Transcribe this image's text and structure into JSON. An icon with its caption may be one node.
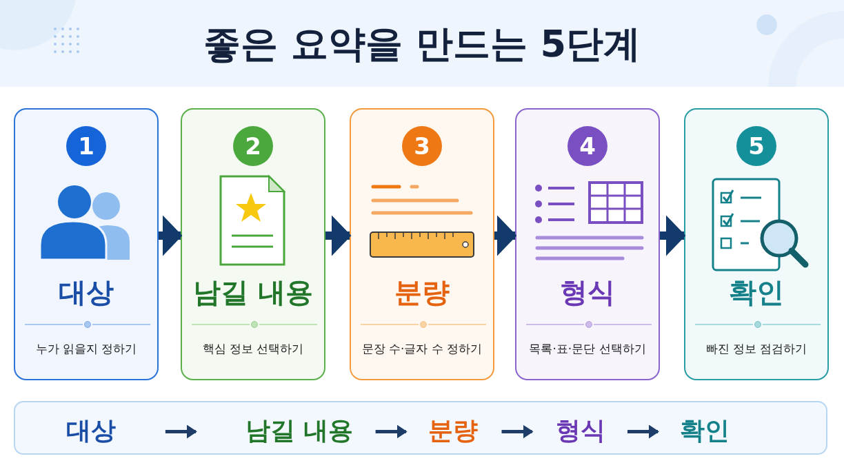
{
  "diagram": {
    "title": "좋은 요약을 만드는 5단계",
    "nodes": [
      {
        "text": [
          "1",
          "대상",
          "누가 읽을지 정하기"
        ]
      },
      {
        "text": [
          "2",
          "남길 내용",
          "핵심 정보 선택하기"
        ]
      },
      {
        "text": [
          "3",
          "분량",
          "문장 수·글자 수 정하기"
        ]
      },
      {
        "text": [
          "4",
          "형식",
          "목록·표·문단 선택하기"
        ]
      },
      {
        "text": [
          "5",
          "확인",
          "빠진 정보 점검하기"
        ]
      },
      {
        "text": [],
        "shape": "box"
      },
      {
        "text": [
          "대상"
        ],
        "in": 5
      },
      {
        "text": [
          "남길 내용"
        ],
        "in": 5
      },
      {
        "text": [
          "분량"
        ],
        "in": 5
      },
      {
        "text": [
          "형식"
        ],
        "in": 5
      },
      {
        "text": [
          "확인"
        ],
        "in": 5
      }
    ],
    "edges": [
      {
        "from": 0,
        "to": 1,
        "arrow": "to",
        "style": "thick"
      },
      {
        "from": 1,
        "to": 2,
        "arrow": "to",
        "style": "thick"
      },
      {
        "from": 2,
        "to": 3,
        "arrow": "to",
        "style": "thick"
      },
      {
        "from": 3,
        "to": 4,
        "arrow": "to",
        "style": "thick"
      },
      {
        "from": 6,
        "to": 7,
        "arrow": "to"
      },
      {
        "from": 7,
        "to": 8,
        "arrow": "to"
      },
      {
        "from": 8,
        "to": 9,
        "arrow": "to"
      },
      {
        "from": 9,
        "to": 10,
        "arrow": "to"
      }
    ]
  }
}
